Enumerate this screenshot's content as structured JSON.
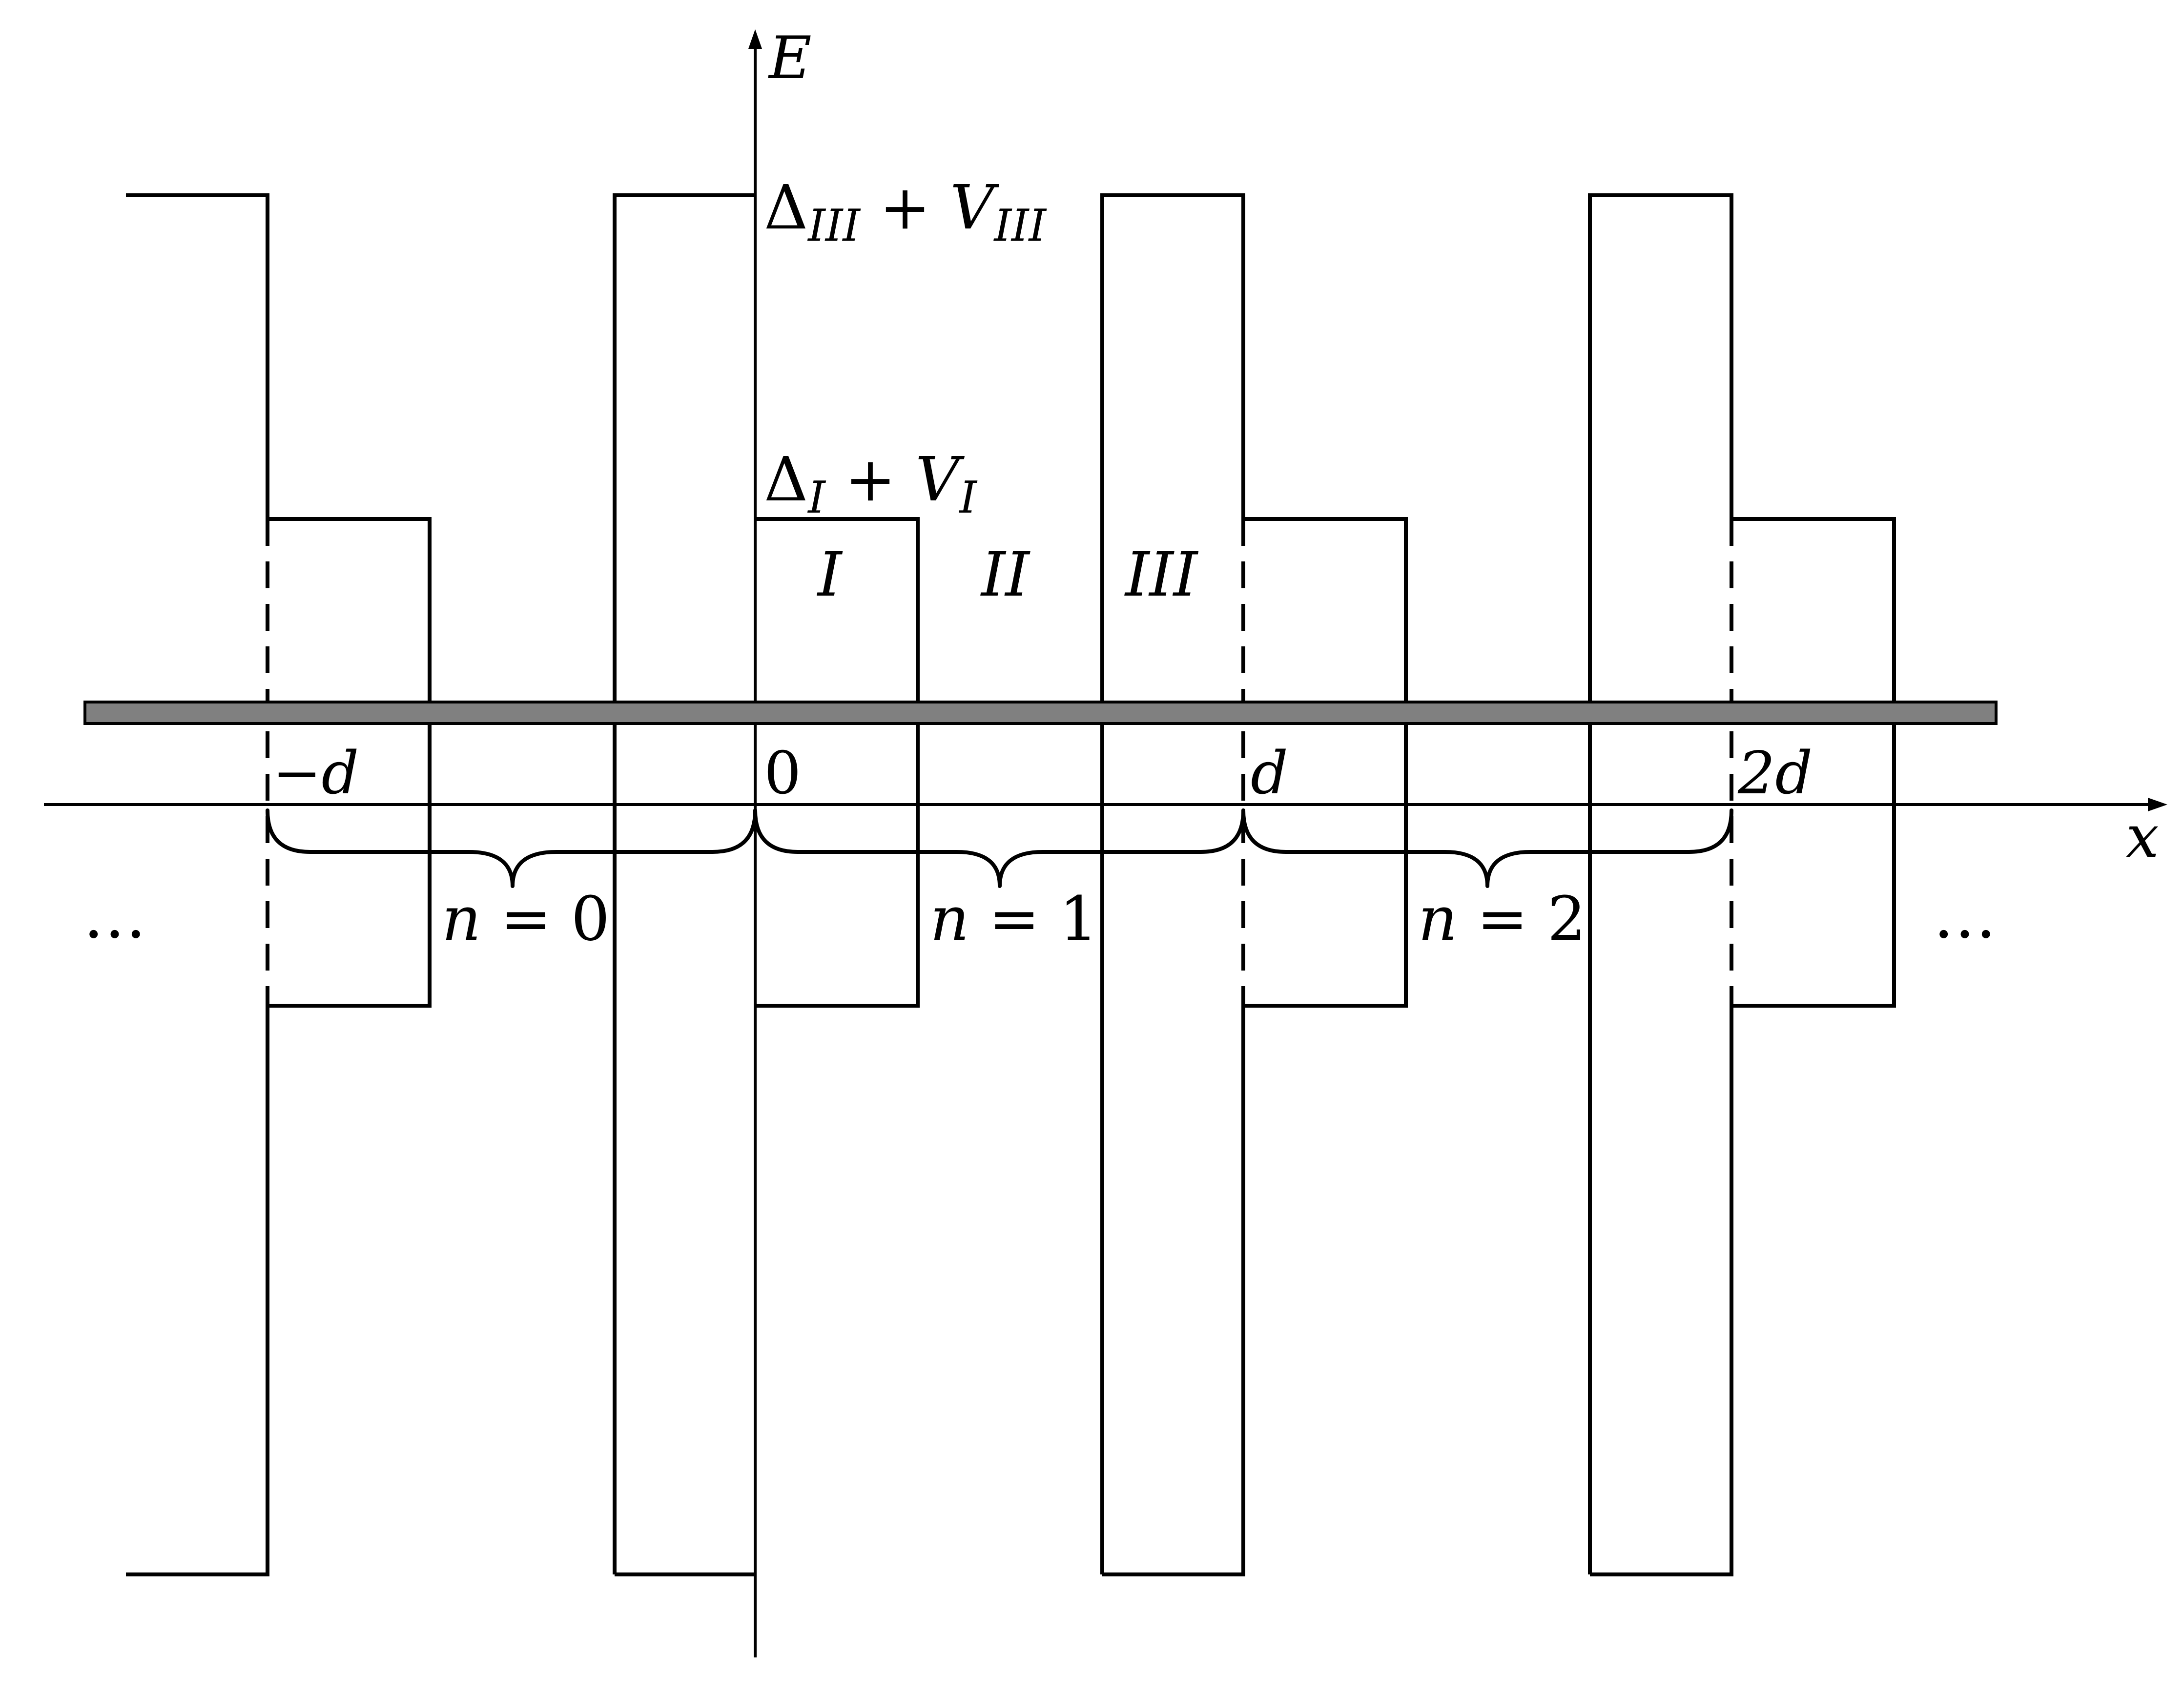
{
  "axes": {
    "y_label": "E",
    "x_label": "x"
  },
  "levels": {
    "upper_label": {
      "main": "Δ",
      "sub": "III",
      "plus": " + ",
      "v": "V",
      "vsub": "III"
    },
    "lower_label": {
      "main": "Δ",
      "sub": "I",
      "plus": " + ",
      "v": "V",
      "vsub": "I"
    }
  },
  "regions": [
    "I",
    "II",
    "III"
  ],
  "x_ticks": [
    "−d",
    "0",
    "d",
    "2d"
  ],
  "cells": [
    {
      "n_label": "n",
      "eq": " = ",
      "value": "0"
    },
    {
      "n_label": "n",
      "eq": " = ",
      "value": "1"
    },
    {
      "n_label": "n",
      "eq": " = ",
      "value": "2"
    }
  ],
  "ellipsis_left": "…",
  "ellipsis_right": "…"
}
